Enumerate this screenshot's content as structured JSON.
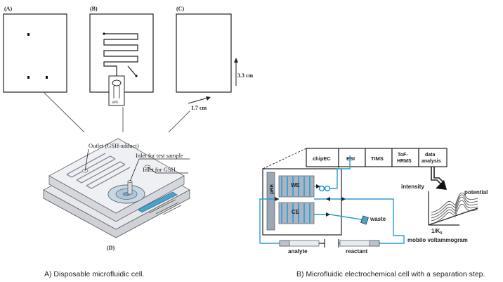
{
  "left_panel": {
    "labels": {
      "a": "(A)",
      "b": "(B)",
      "c": "(C)",
      "d": "(D)"
    },
    "spe_label": "SPE",
    "dim_height": "3.3 cm",
    "dim_width": "1.7 cm",
    "callouts": {
      "outlet": "Outlet (GSH-adduct)",
      "inlet_sample": "Inlet for test sample",
      "inlet_gsh": "Inlet for GSH"
    },
    "caption": "A) Disposable microfluidic cell."
  },
  "right_panel": {
    "pipeline": [
      "chipEC",
      "ESI",
      "TIMS",
      "ToF-\nHRMS",
      "data\nanalysis"
    ],
    "pre_label": "pRE",
    "we_label": "WE",
    "ce_label": "CE",
    "waste_label": "waste",
    "analyte_label": "analyte",
    "reactant_label": "reactant",
    "intensity_label": "intensity",
    "potential_label": "potential",
    "k0_label": "1/K",
    "k0_sub": "0",
    "voltammogram_label": "mobilo voltammogram",
    "caption": "B) Microfluidic electrochemical cell with a separation step."
  },
  "colors": {
    "accent_blue": "#2a9ad8",
    "chip_blue": "#4aa3c8",
    "line": "#222222"
  }
}
